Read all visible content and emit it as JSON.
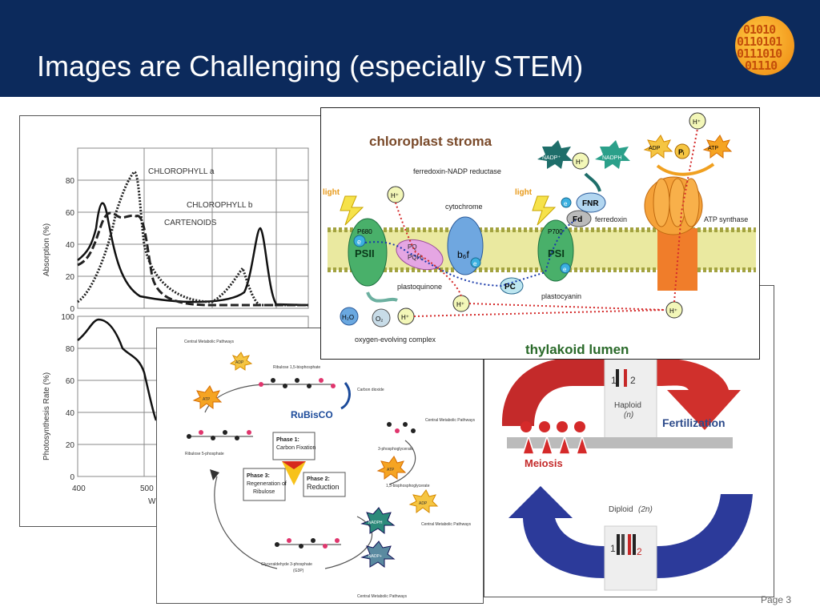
{
  "slide": {
    "title": "Images are Challenging (especially STEM)",
    "page_label": "Page 3",
    "logo_rows": [
      "01010",
      "0110101",
      "0111010",
      "01110"
    ]
  },
  "absorption_figure": {
    "y_axis_top": "Absorption (%)",
    "y_axis_bottom": "Photosynthesis Rate (%)",
    "y_ticks_top": [
      "80",
      "60",
      "40",
      "20",
      "0"
    ],
    "y_ticks_bottom": [
      "100",
      "80",
      "60",
      "40",
      "20",
      "0"
    ],
    "x_ticks": [
      "400",
      "500"
    ],
    "x_label_partial": "W",
    "labels": {
      "chl_a": "CHLOROPHYLL a",
      "chl_b": "CHLOROPHYLL b",
      "carotenoids": "CARTENOIDS"
    }
  },
  "calvin_cycle": {
    "rubisco": "RuBisCO",
    "phase1_title": "Phase 1:",
    "phase1_desc": "Carbon Fixation",
    "phase2_title": "Phase 2:",
    "phase2_desc": "Reduction",
    "phase3_title": "Phase 3:",
    "phase3_desc1": "Regeneration of",
    "phase3_desc2": "Ribulose",
    "central_metabolic": "Central Metabolic Pathways",
    "ribulose_bisphosphate": "Ribulose 1,5-bisphosphate",
    "carbon_dioxide": "Carbon dioxide",
    "ribulose_5p": "Ribulose 5-phosphate",
    "phosphoglycerate": "3-phosphoglycerate",
    "bisphosphoglycerate": "1,3-bisphosphoglycerate",
    "g3p": "Glyceraldehyde 3-phosphate",
    "g3p_abbr": "(G3P)",
    "atp": "ATP",
    "adp": "ADP",
    "nadph": "NADPH",
    "nadp": "NADP+"
  },
  "life_cycle": {
    "haploid": "Haploid",
    "haploid_n": "(n)",
    "fertilization": "Fertilization",
    "meiosis": "Meiosis",
    "diploid": "Diploid",
    "diploid_n": "(2n)",
    "chrom_count_haploid": "1",
    "chrom_count_haploid2": "2",
    "chrom_count_diploid": "1",
    "chrom_count_diploid2": "2"
  },
  "light_reactions": {
    "stroma": "chloroplast stroma",
    "lumen": "thylakoid lumen",
    "light1": "light",
    "light2": "light",
    "h_plus": "H⁺",
    "nadp_plus": "NADP⁺",
    "nadph": "NADPH",
    "adp": "ADP",
    "pi": "Pᵢ",
    "atp": "ATP",
    "fnr_label": "ferredoxin-NADP reductase",
    "fnr": "FNR",
    "fd": "Fd",
    "ferredoxin": "ferredoxin",
    "atp_synthase": "ATP synthase",
    "cytochrome": "cytochrome",
    "b6f": "b₆f",
    "p680": "P680",
    "p700": "P700",
    "psii": "PSII",
    "psi": "PSI",
    "pq": "PQ",
    "pqh2": "PQH₂",
    "plastoquinone": "plastoquinone",
    "pc": "PC",
    "plastocyanin": "plastocyanin",
    "e": "e",
    "h2o": "H₂O",
    "o2": "O₂",
    "oec": "oxygen-evolving complex"
  }
}
